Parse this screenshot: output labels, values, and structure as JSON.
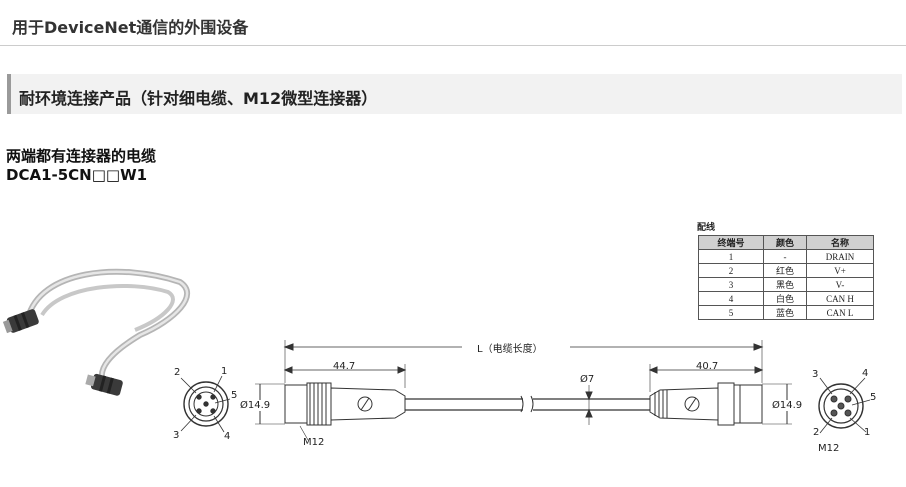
{
  "header": {
    "title": "用于DeviceNet通信的外围设备"
  },
  "section": {
    "title": "耐环境连接产品（针对细电缆、M12微型连接器）"
  },
  "product": {
    "name": "两端都有连接器的电缆",
    "model": "DCA1-5CN□□W1"
  },
  "wiring": {
    "title": "配线",
    "columns": [
      "终端号",
      "颜色",
      "名称"
    ],
    "rows": [
      [
        "1",
        "-",
        "DRAIN"
      ],
      [
        "2",
        "红色",
        "V+"
      ],
      [
        "3",
        "黑色",
        "V-"
      ],
      [
        "4",
        "白色",
        "CAN H"
      ],
      [
        "5",
        "蓝色",
        "CAN L"
      ]
    ]
  },
  "drawing": {
    "length_label": "L（电缆长度）",
    "left_length": "44.7",
    "right_length": "40.7",
    "cable_diameter": "Ø7",
    "left_diameter": "Ø14.9",
    "right_diameter": "Ø14.9",
    "thread_left": "M12",
    "thread_right": "M12",
    "left_pins": [
      "1",
      "2",
      "3",
      "4",
      "5"
    ],
    "right_pins": [
      "1",
      "2",
      "3",
      "4",
      "5"
    ]
  }
}
